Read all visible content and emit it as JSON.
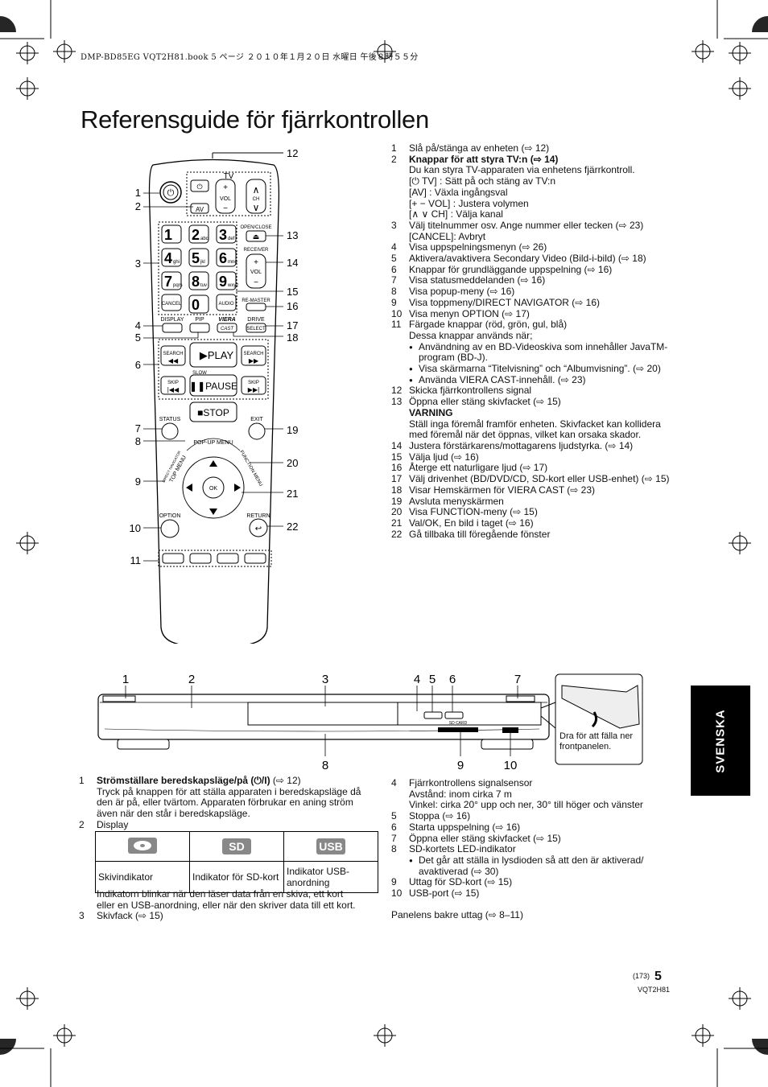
{
  "header_meta": "DMP-BD85EG VQT2H81.book  5 ページ  ２０１０年１月２０日  水曜日  午後８時５５分",
  "title": "Referensguide för fjärrkontrollen",
  "remote": {
    "callouts_left": [
      "1",
      "2",
      "3",
      "4",
      "5",
      "6",
      "7",
      "8",
      "9",
      "10",
      "11"
    ],
    "callouts_right": [
      "12",
      "13",
      "14",
      "15",
      "16",
      "17",
      "18",
      "19",
      "20",
      "21",
      "22"
    ],
    "buttons": {
      "tv": "TV",
      "vol": "VOL",
      "ch": "CH",
      "av": "AV",
      "keys": [
        "1",
        "2",
        "3",
        "4",
        "5",
        "6",
        "7",
        "8",
        "9",
        "0"
      ],
      "key_letters": [
        "",
        "abc",
        "def",
        "ghi",
        "jkl",
        "mno",
        "pqrs",
        "tuv",
        "wxyz",
        ""
      ],
      "cancel": "CANCEL",
      "audio": "AUDIO",
      "open_close": "OPEN/CLOSE",
      "receiver": "RECEIVER",
      "re_master": "RE-MASTER",
      "display": "DISPLAY",
      "pip": "PIP",
      "viera": "VIERA",
      "cast": "CAST",
      "drive": "DRIVE",
      "select": "SELECT",
      "search": "SEARCH",
      "play": "PLAY",
      "slow": "SLOW",
      "skip": "SKIP",
      "pause": "PAUSE",
      "stop": "STOP",
      "status": "STATUS",
      "exit": "EXIT",
      "popup_menu": "POP-UP MENU",
      "direct_navigator": "DIRECT NAVIGATOR",
      "top_menu": "TOP MENU",
      "function_menu": "FUNCTION MENU",
      "ok": "OK",
      "option": "OPTION",
      "return": "RETURN"
    }
  },
  "remote_legend": [
    {
      "n": "1",
      "t": "Slå på/stänga av enheten (⇨ 12)"
    },
    {
      "n": "2",
      "t": "Knappar för att styra TV:n (⇨ 14)",
      "bold_part": "Knappar för att styra TV:n",
      "lines": [
        "Du kan styra TV-apparaten via enhetens fjärrkontroll.",
        "[⏻ TV] : Sätt på och stäng av TV:n",
        "[AV] : Växla ingångsval",
        "[+ − VOL] : Justera volymen",
        "[∧ ∨ CH] : Välja kanal"
      ]
    },
    {
      "n": "3",
      "t": "Välj titelnummer osv. Ange nummer eller tecken (⇨ 23)",
      "lines": [
        "[CANCEL]: Avbryt"
      ]
    },
    {
      "n": "4",
      "t": "Visa uppspelningsmenyn (⇨ 26)"
    },
    {
      "n": "5",
      "t": "Aktivera/avaktivera Secondary Video (Bild-i-bild) (⇨ 18)"
    },
    {
      "n": "6",
      "t": "Knappar för grundläggande uppspelning (⇨ 16)"
    },
    {
      "n": "7",
      "t": "Visa statusmeddelanden (⇨ 16)"
    },
    {
      "n": "8",
      "t": "Visa popup-meny (⇨ 16)"
    },
    {
      "n": "9",
      "t": "Visa toppmeny/DIRECT NAVIGATOR (⇨ 16)"
    },
    {
      "n": "10",
      "t": "Visa menyn OPTION (⇨ 17)"
    },
    {
      "n": "11",
      "t": "Färgade knappar (röd, grön, gul, blå)",
      "lines": [
        "Dessa knappar används när;"
      ],
      "bullets": [
        "Användning av en BD-Videoskiva som innehåller JavaTM-program (BD-J).",
        "Visa skärmarna “Titelvisning” och “Albumvisning”. (⇨ 20)",
        "Använda VIERA CAST-innehåll. (⇨ 23)"
      ]
    },
    {
      "n": "12",
      "t": "Skicka fjärrkontrollens signal"
    },
    {
      "n": "13",
      "t": "Öppna eller stäng skivfacket (⇨ 15)",
      "warn_title": "VARNING",
      "lines": [
        "Ställ inga föremål framför enheten. Skivfacket kan kollidera med föremål när det öppnas, vilket kan orsaka skador."
      ]
    },
    {
      "n": "14",
      "t": "Justera förstärkarens/mottagarens ljudstyrka. (⇨ 14)"
    },
    {
      "n": "15",
      "t": "Välja ljud (⇨ 16)"
    },
    {
      "n": "16",
      "t": "Återge ett naturligare ljud (⇨ 17)"
    },
    {
      "n": "17",
      "t": "Välj drivenhet (BD/DVD/CD, SD-kort eller USB-enhet) (⇨ 15)"
    },
    {
      "n": "18",
      "t": "Visar Hemskärmen för VIERA CAST (⇨ 23)"
    },
    {
      "n": "19",
      "t": "Avsluta menyskärmen"
    },
    {
      "n": "20",
      "t": "Visa FUNCTION-meny (⇨ 15)"
    },
    {
      "n": "21",
      "t": "Val/OK, En bild i taget (⇨ 16)"
    },
    {
      "n": "22",
      "t": "Gå tillbaka till föregående fönster"
    }
  ],
  "device": {
    "callouts_top": [
      "1",
      "2",
      "3",
      "4",
      "5",
      "6",
      "7"
    ],
    "callouts_bottom": [
      "8",
      "9",
      "10"
    ],
    "inset_caption": "Dra för att fälla ner frontpanelen.",
    "sd_label": "SD CARD"
  },
  "side_tab": "SVENSKA",
  "device_legend_left": {
    "item1_num": "1",
    "item1_bold": "Strömställare beredskapsläge/på (⏻/I)",
    "item1_ref": " (⇨ 12)",
    "item1_text": "Tryck på knappen för att ställa apparaten i beredskapsläge då den är på, eller tvärtom. Apparaten förbrukar en aning ström även när den står i beredskapsläge.",
    "item2_num": "2",
    "item2_text": "Display",
    "table": {
      "icons": [
        "disc-icon",
        "SD",
        "USB"
      ],
      "labels": [
        "Skivindikator",
        "Indikator för SD-kort",
        "Indikator USB-anordning"
      ]
    },
    "note": "Indikatorn blinkar när den läser data från en skiva, ett kort eller en USB-anordning, eller när den skriver data till ett kort.",
    "item3_num": "3",
    "item3_text": "Skivfack (⇨ 15)"
  },
  "device_legend_right": [
    {
      "n": "4",
      "t": "Fjärrkontrollens signalsensor",
      "lines": [
        "Avstånd: inom cirka 7 m",
        "Vinkel: cirka 20° upp och ner, 30° till höger och vänster"
      ]
    },
    {
      "n": "5",
      "t": "Stoppa (⇨ 16)"
    },
    {
      "n": "6",
      "t": "Starta uppspelning (⇨ 16)"
    },
    {
      "n": "7",
      "t": "Öppna eller stäng skivfacket (⇨ 15)"
    },
    {
      "n": "8",
      "t": "SD-kortets LED-indikator",
      "bullets": [
        "Det går att ställa in lysdioden så att den är aktiverad/ avaktiverad (⇨ 30)"
      ]
    },
    {
      "n": "9",
      "t": "Uttag för SD-kort (⇨ 15)"
    },
    {
      "n": "10",
      "t": "USB-port (⇨ 15)"
    }
  ],
  "rear_panel": "Panelens bakre uttag (⇨ 8–11)",
  "footer": {
    "page_ref": "(173)",
    "page": "5",
    "code": "VQT2H81"
  }
}
